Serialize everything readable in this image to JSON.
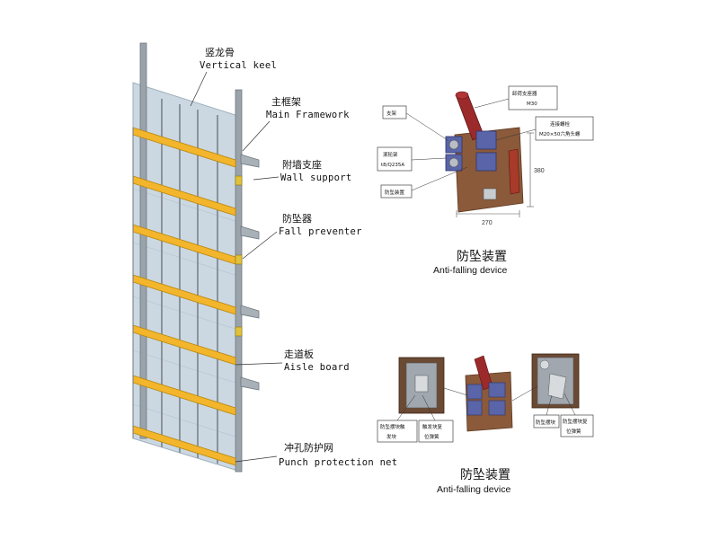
{
  "scaffold_labels": {
    "vertical_keel": {
      "cn": "竖龙骨",
      "en": "Vertical keel"
    },
    "main_framework": {
      "cn": "主框架",
      "en": "Main Framework"
    },
    "wall_support": {
      "cn": "附墙支座",
      "en": "Wall support"
    },
    "fall_preventer": {
      "cn": "防坠器",
      "en": "Fall preventer"
    },
    "aisle_board": {
      "cn": "走道板",
      "en": "Aisle board"
    },
    "punch_net": {
      "cn": "冲孔防护网",
      "en": "Punch protection net"
    }
  },
  "device_top": {
    "caption_cn": "防坠装置",
    "caption_en": "Anti-falling device",
    "callouts": {
      "unloading_support": "卸荷支座器",
      "m30": "M30",
      "bracket": "支架",
      "bolt": "连接螺栓",
      "bolt_spec": "M20×50六角头螺",
      "roller_frame": "滚轮架",
      "material": "t8/Q235A",
      "fall_device": "防坠装置"
    },
    "dimensions": {
      "width": "270",
      "height": "380"
    }
  },
  "device_bottom": {
    "caption_cn": "防坠装置",
    "caption_en": "Anti-falling device",
    "callouts": {
      "left_a1": "防坠摆块触",
      "left_a2": "发块",
      "left_b1": "触发块复",
      "left_b2": "位弹簧",
      "right_a": "防坠摆块",
      "right_b1": "防坠摆块复",
      "right_b2": "位弹簧"
    }
  },
  "colors": {
    "frame": "#9aa2aa",
    "frame_dark": "#6f7880",
    "board": "#f2b52c",
    "net": "#b9c9d6",
    "device_blue": "#5a64a8",
    "device_brown": "#8a5a3a",
    "device_red": "#9c2a2a"
  }
}
